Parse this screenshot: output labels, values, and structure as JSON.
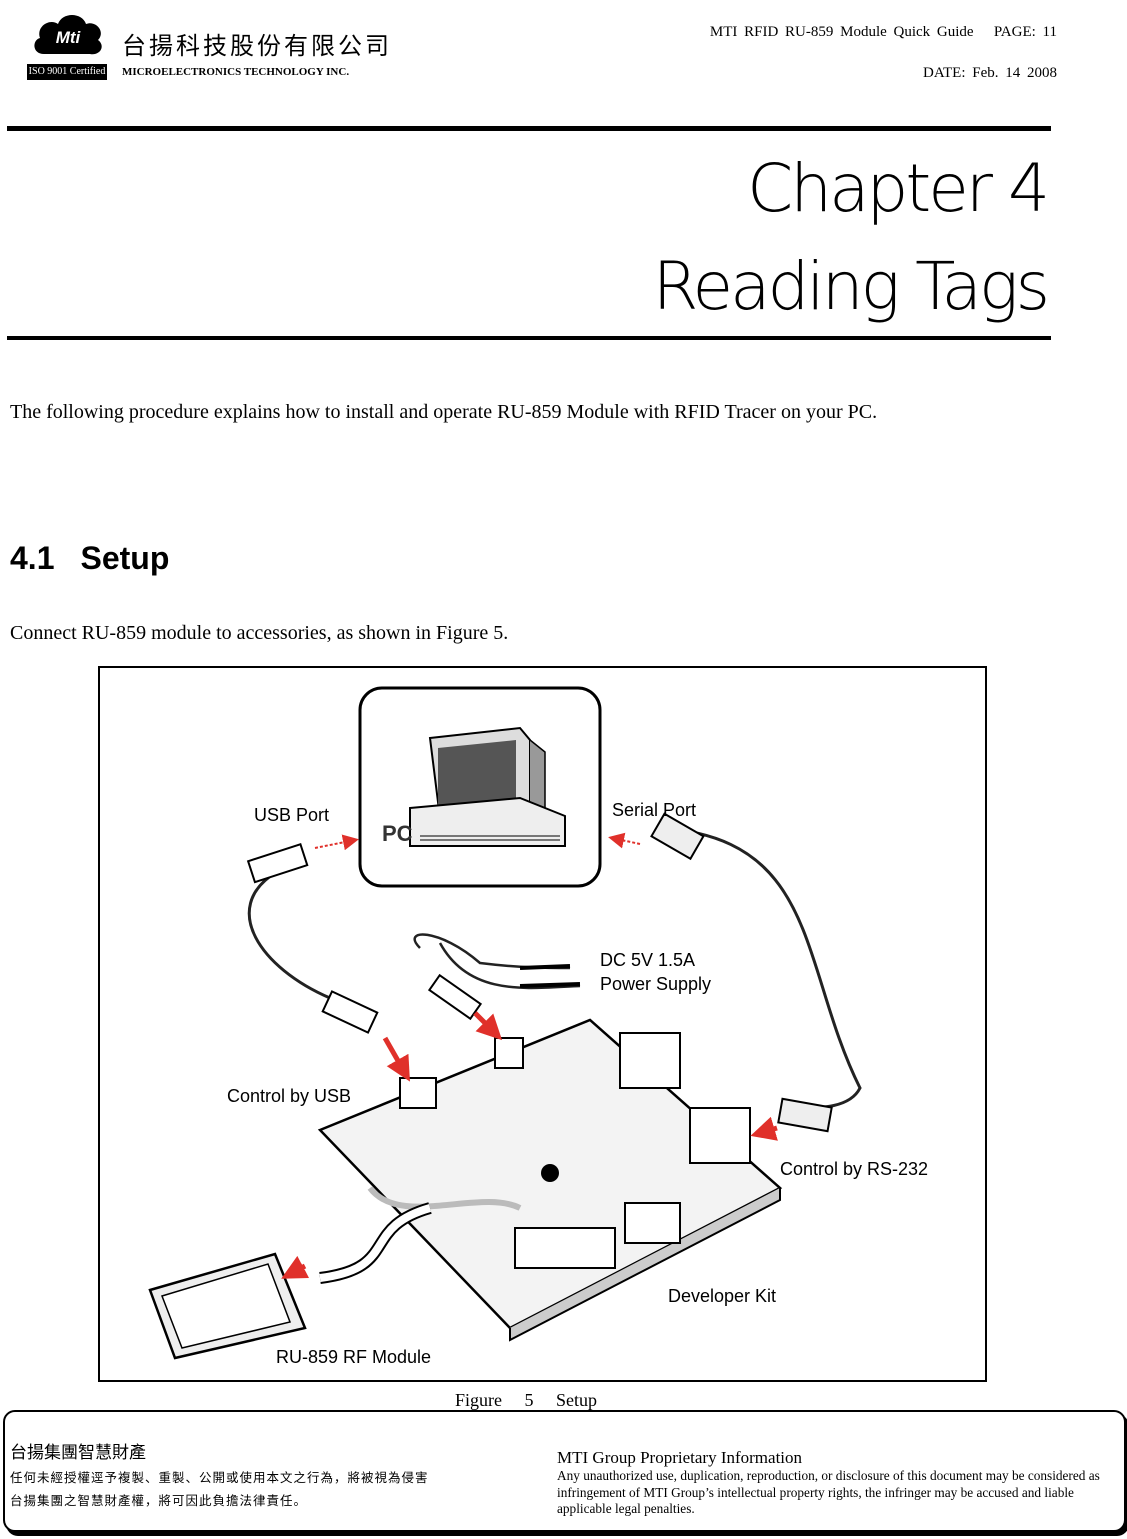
{
  "header": {
    "logo_text": "Mti",
    "iso_label": "ISO 9001 Certified",
    "company_cn": "台揚科技股份有限公司",
    "company_en": "MICROELECTRONICS TECHNOLOGY INC.",
    "doc_title": "MTI  RFID  RU-859  Module  Quick  Guide",
    "page": "PAGE:  11",
    "date": "DATE:  Feb.  14  2008"
  },
  "chapter": {
    "number_line": "Chapter 4",
    "title_line": "Reading Tags"
  },
  "body": {
    "intro": "The following procedure explains how to install and operate RU-859 Module with RFID Tracer on your PC.",
    "section_number": "4.1",
    "section_title": "Setup",
    "lead": "Connect RU-859 module to accessories, as shown in Figure 5."
  },
  "figure": {
    "labels": {
      "pc": "PC",
      "usb_port": "USB Port",
      "serial_port": "Serial Port",
      "power_line1": "DC 5V 1.5A",
      "power_line2": "Power Supply",
      "control_usb": "Control by USB",
      "control_rs232": "Control by RS-232",
      "developer_kit": "Developer Kit",
      "rf_module": "RU-859 RF Module"
    },
    "caption": "Figure 5   Setup",
    "arrow_color": "#e0302a"
  },
  "footer": {
    "cn_title": "台揚集團智慧財產",
    "cn_line1": "任何未經授權逕予複製、重製、公開或使用本文之行為，將被視為侵害",
    "cn_line2": "台揚集團之智慧財產權，將可因此負擔法律責任。",
    "en_title": "MTI Group Proprietary Information",
    "en_body": "Any unauthorized use, duplication, reproduction, or disclosure of this document may be considered as infringement of MTI Group’s intellectual property rights, the infringer may be accused and liable applicable legal penalties."
  }
}
